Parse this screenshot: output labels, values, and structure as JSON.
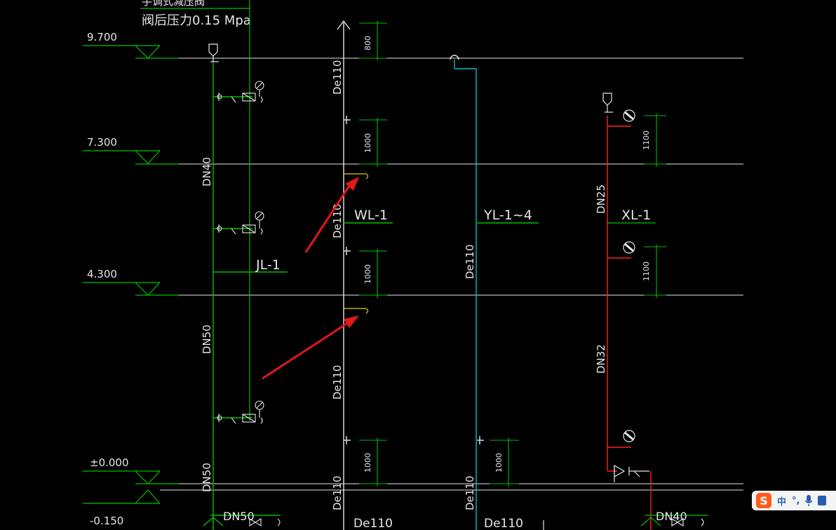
{
  "drawing": {
    "note_line1": "手调式减压阀",
    "note_line2": "阀后压力0.15 Mpa",
    "elevations": [
      "9.700",
      "7.300",
      "4.300",
      "±0.000",
      "-0.150"
    ],
    "risers": {
      "jl": {
        "tag": "JL-1",
        "size_upper": "DN40",
        "size_mid": "DN50",
        "size_low": "DN50",
        "size_bottom": "DN50"
      },
      "wl": {
        "tag": "WL-1",
        "size_top": "De110",
        "size_mid": "De110",
        "size_low": "De110",
        "size_bottom": "De110",
        "size_base": "De110"
      },
      "yl": {
        "tag": "YL-1~4",
        "size_mid": "De110",
        "size_bottom": "De110",
        "size_base": "De110"
      },
      "xl": {
        "tag": "XL-1",
        "size_upper": "DN25",
        "size_low": "DN32",
        "size_bottom": "DN40"
      }
    },
    "dims": {
      "d800": "800",
      "d1000a": "1000",
      "d1000b": "1000",
      "d1000c": "1000",
      "d1000d": "1000",
      "d1100a": "1100",
      "d1100b": "1100"
    }
  },
  "ime": {
    "logo": "S",
    "lang": "中",
    "punct": "°,"
  },
  "colors": {
    "white": "#e6e6e6",
    "green": "#00c000",
    "cyan": "#00c0c0",
    "red": "#ff2020",
    "yellow": "#e0d000",
    "arrow": "#e01818"
  }
}
